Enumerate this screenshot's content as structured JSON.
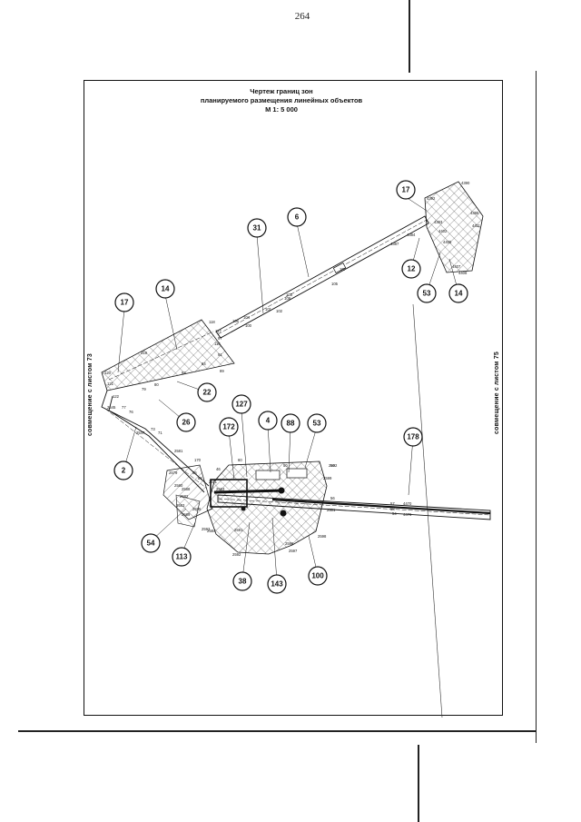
{
  "page_number": "264",
  "title_lines": [
    "Чертеж границ зон",
    "планируемого  размещения линейных объектов",
    "М 1: 5 000"
  ],
  "side_label_left": "совмещение с листом 73",
  "side_label_right": "совмещение с листом 75",
  "circled_labels": [
    "17",
    "6",
    "31",
    "12",
    "53",
    "14",
    "17",
    "14",
    "22",
    "127",
    "4",
    "88",
    "53",
    "172",
    "26",
    "178",
    "2",
    "54",
    "113",
    "38",
    "143",
    "100"
  ],
  "point_labels": [
    "4390",
    "4392",
    "4393",
    "4386",
    "4387",
    "4384",
    "4402",
    "4405",
    "4411",
    "4407",
    "4408",
    "107",
    "105",
    "103",
    "101",
    "102",
    "109",
    "106",
    "104",
    "100",
    "118",
    "117",
    "116",
    "97",
    "91",
    "89",
    "319",
    "63",
    "64",
    "120",
    "121",
    "122",
    "77",
    "76",
    "79",
    "80",
    "2547",
    "2545",
    "71",
    "2581",
    "2579",
    "170",
    "46",
    "60",
    "50",
    "2580",
    "2582",
    "2583",
    "2589",
    "2593",
    "2591",
    "2592",
    "2596",
    "2597",
    "2598",
    "2599",
    "2502",
    "2501",
    "56",
    "58",
    "57",
    "54",
    "4470",
    "4476",
    "85",
    "86",
    "2511",
    "2563",
    "59",
    "2588",
    "2595",
    "2584",
    "73"
  ],
  "colors": {
    "ink": "#111111",
    "paper": "#ffffff"
  }
}
